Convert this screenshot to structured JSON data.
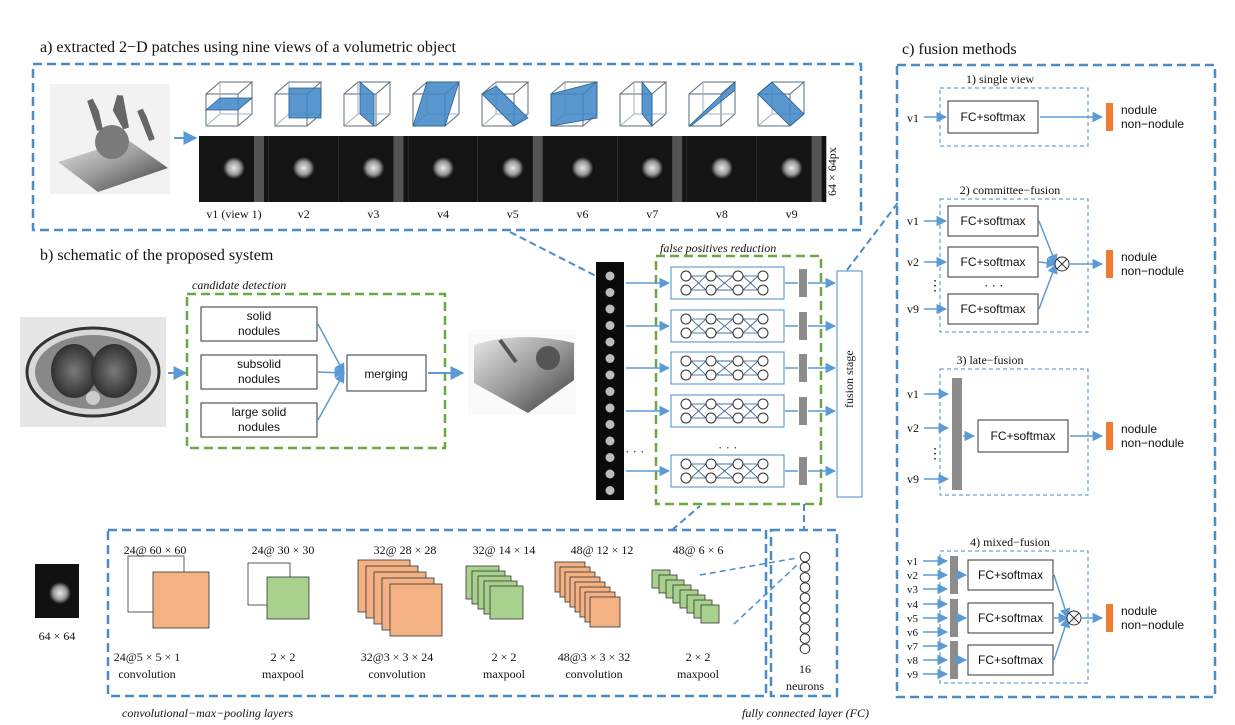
{
  "section_a": {
    "title": "a) extracted 2−D patches using nine views of a volumetric object",
    "patch_size": "64 × 64px",
    "view_labels": [
      "v1 (view 1)",
      "v2",
      "v3",
      "v4",
      "v5",
      "v6",
      "v7",
      "v8",
      "v9"
    ]
  },
  "section_b": {
    "title": "b) schematic of the proposed system",
    "candidate_detection": "candidate detection",
    "detectors": [
      [
        "solid",
        "nodules"
      ],
      [
        "subsolid",
        "nodules"
      ],
      [
        "large solid",
        "nodules"
      ]
    ],
    "merging": "merging",
    "fp_reduction": "false positives reduction",
    "fusion_stage": "fusion stage",
    "ellipsis": "· · ·"
  },
  "cnn": {
    "input_size": "64 × 64",
    "maps": [
      "24@ 60 × 60",
      "24@ 30 × 30",
      "32@ 28 × 28",
      "32@ 14 × 14",
      "48@ 12 × 12",
      "48@ 6 × 6"
    ],
    "ops": [
      [
        "24@5 × 5 × 1",
        "convolution"
      ],
      [
        "2 × 2",
        "maxpool"
      ],
      [
        "32@3 × 3 × 24",
        "convolution"
      ],
      [
        "2 × 2",
        "maxpool"
      ],
      [
        "48@3 × 3 × 32",
        "convolution"
      ],
      [
        "2 × 2",
        "maxpool"
      ]
    ],
    "fc_count": "16",
    "fc_unit": "neurons",
    "conv_caption": "convolutional−max−pooling layers",
    "fc_caption": "fully connected layer (FC)"
  },
  "section_c": {
    "title": "c) fusion methods",
    "fc_label": "FC+softmax",
    "out_nodule": "nodule",
    "out_non": "non−nodule",
    "single": {
      "title": "1) single view",
      "inputs": [
        "v1"
      ]
    },
    "committee": {
      "title": "2) committee−fusion",
      "inputs": [
        "v1",
        "v2",
        "v9"
      ]
    },
    "late": {
      "title": "3) late−fusion",
      "inputs": [
        "v1",
        "v2",
        "v9"
      ]
    },
    "mixed": {
      "title": "4) mixed−fusion",
      "inputs": [
        "v1",
        "v2",
        "v3",
        "v4",
        "v5",
        "v6",
        "v7",
        "v8",
        "v9"
      ]
    }
  },
  "colors": {
    "blue_frame": "#4a8cc8",
    "green_frame": "#6aa842",
    "arrow": "#5b9bd5",
    "orange": "#ed7d31",
    "gray_bar": "#8c8c8c",
    "orange_fmap": "#f4b183",
    "green_fmap": "#a9d18e"
  }
}
